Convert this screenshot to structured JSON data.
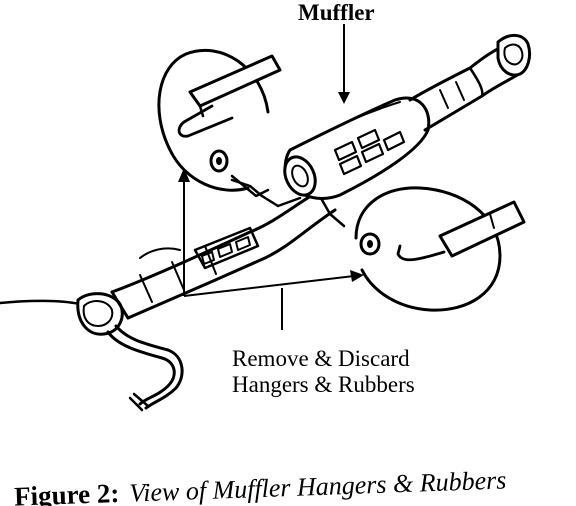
{
  "labels": {
    "muffler": "Muffler",
    "remove_line1": "Remove & Discard",
    "remove_line2": "Hangers & Rubbers"
  },
  "caption": {
    "bold": "Figure 2:",
    "italic": "View of Muffler Hangers & Rubbers"
  }
}
